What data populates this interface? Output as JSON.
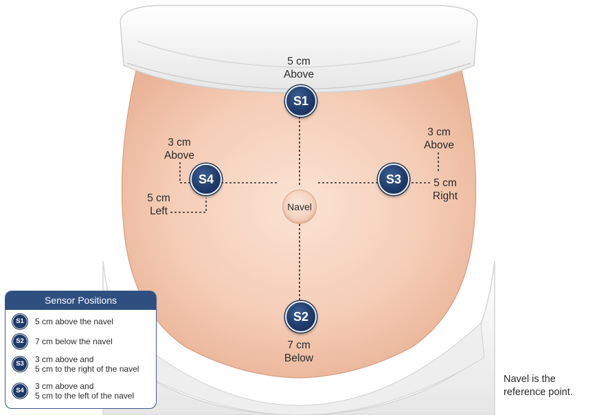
{
  "labels": {
    "s1": {
      "line1": "5 cm",
      "line2": "Above"
    },
    "s2": {
      "line1": "7 cm",
      "line2": "Below"
    },
    "s3_above": {
      "line1": "3 cm",
      "line2": "Above"
    },
    "s3_right": {
      "line1": "5 cm",
      "line2": "Right"
    },
    "s4_above": {
      "line1": "3 cm",
      "line2": "Above"
    },
    "s4_left": {
      "line1": "5 cm",
      "line2": "Left"
    }
  },
  "sensors": {
    "s1": "S1",
    "s2": "S2",
    "s3": "S3",
    "s4": "S4"
  },
  "navel": "Navel",
  "legend": {
    "title": "Sensor Positions",
    "items": [
      {
        "badge": "S1",
        "line1": "5 cm above the navel",
        "line2": ""
      },
      {
        "badge": "S2",
        "line1": "7 cm below the navel",
        "line2": ""
      },
      {
        "badge": "S3",
        "line1": "3 cm above and",
        "line2": "5 cm to the right of the navel"
      },
      {
        "badge": "S4",
        "line1": "3 cm above and",
        "line2": "5 cm to the left of the navel"
      }
    ]
  },
  "note": {
    "line1": "Navel is the",
    "line2": "reference point."
  },
  "colors": {
    "skin": "#f5cfb8",
    "sensor": "#1f3c6a",
    "legend_header": "#2e4f80",
    "cloth": "#f2f2f2"
  }
}
